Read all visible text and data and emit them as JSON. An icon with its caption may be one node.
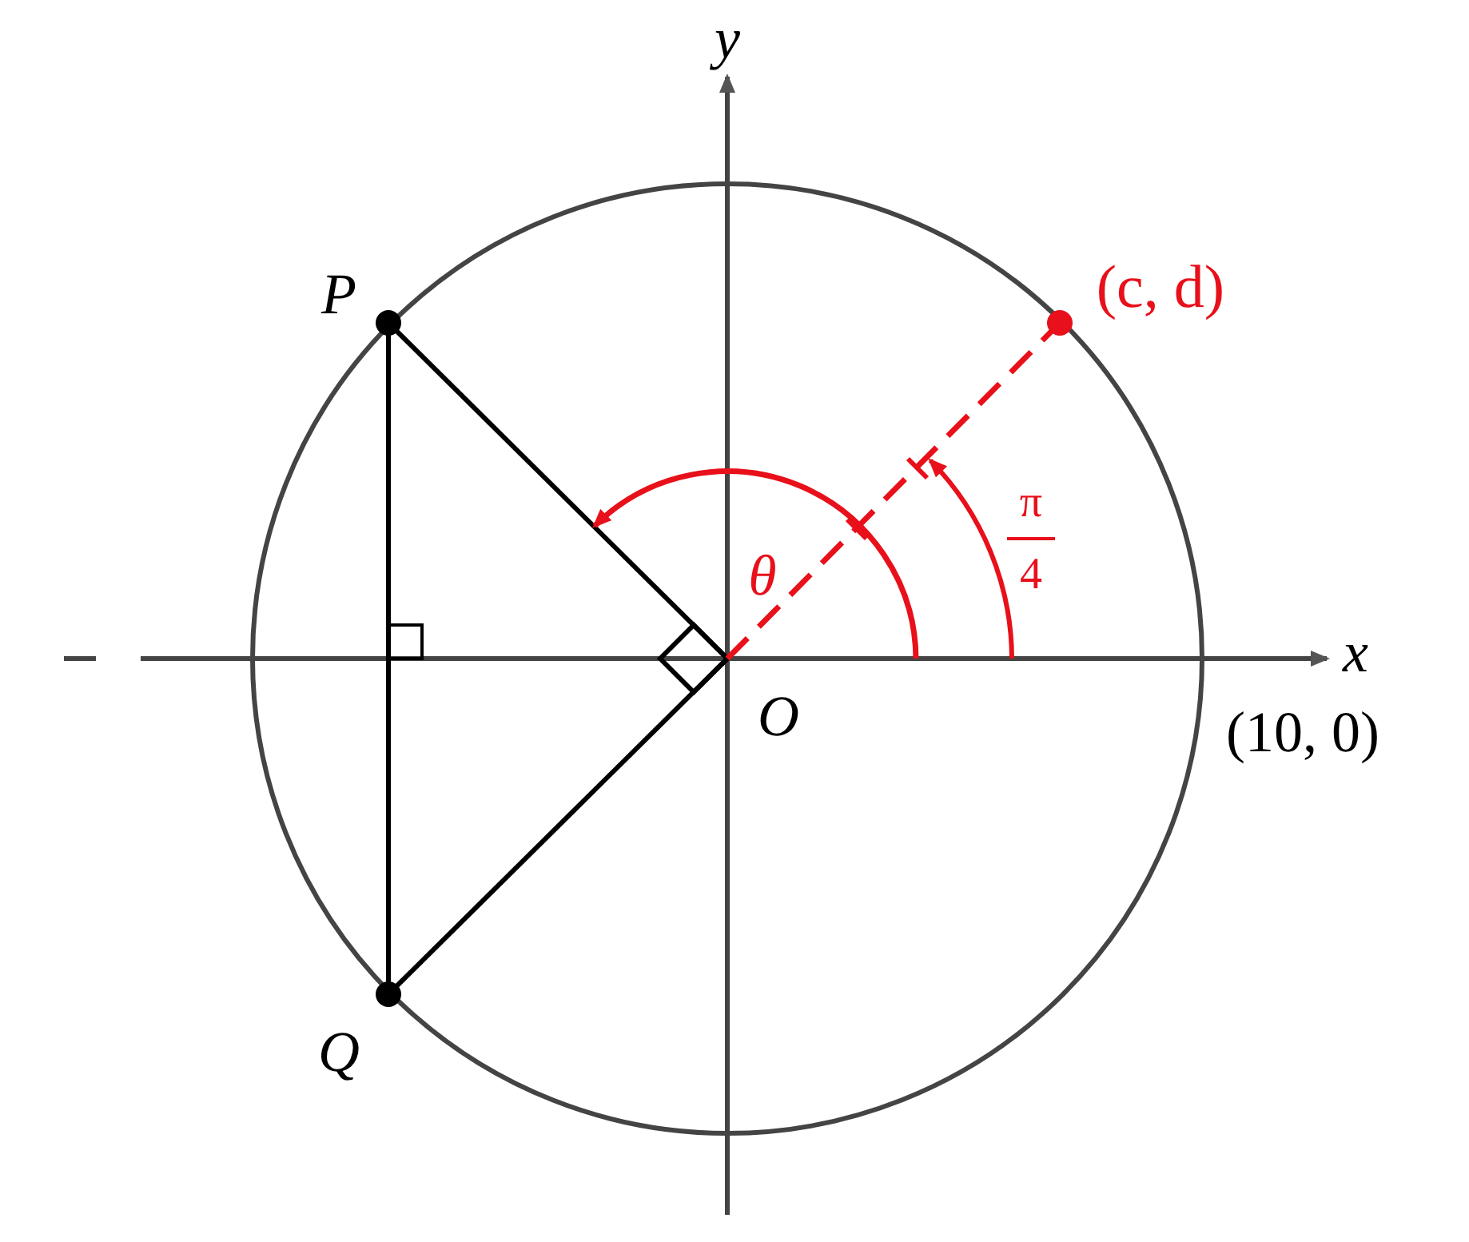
{
  "diagram": {
    "labels": [
      "y",
      "P",
      "(c, d)",
      "π",
      "4",
      "θ",
      "x",
      "O",
      "(10, 0)",
      "Q"
    ]
  }
}
